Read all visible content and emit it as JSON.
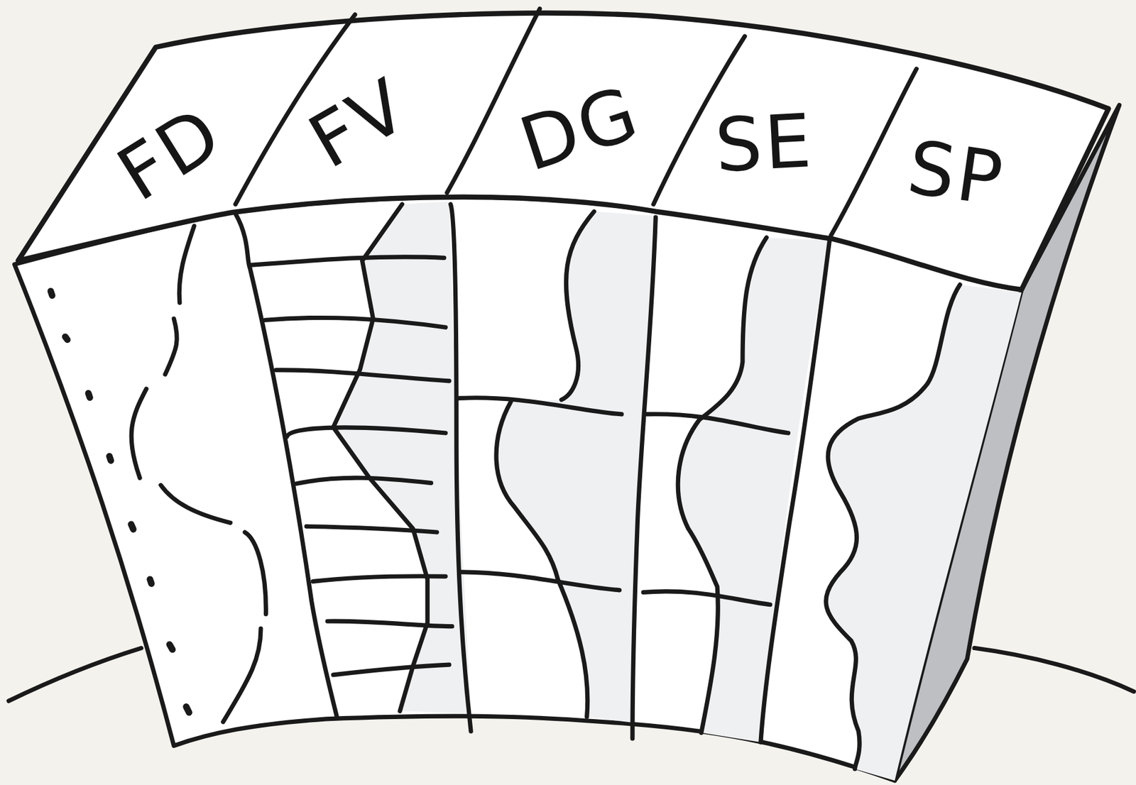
{
  "diagram": {
    "labels": [
      "FD",
      "FV",
      "DG",
      "SE",
      "SP"
    ]
  }
}
